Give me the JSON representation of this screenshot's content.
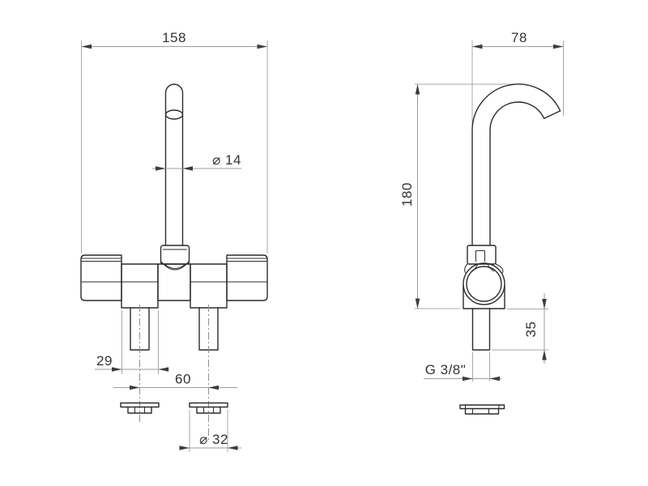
{
  "drawing": {
    "description": "Two-view technical drawing of a deck-mounted mixer tap with swan-neck spout",
    "background_color": "#ffffff",
    "object_line_color": "#2b2b2b",
    "dimension_line_color": "#9b9b9b",
    "text_color": "#333333",
    "front_view": {
      "name": "front-view",
      "dims": {
        "overall_width": "158",
        "spout_diameter": "⌀ 14",
        "valve_offset": "29",
        "inlet_spacing": "60",
        "flange_diameter": "⌀ 32"
      }
    },
    "side_view": {
      "name": "side-view",
      "dims": {
        "spout_reach": "78",
        "spout_height": "180",
        "shank_length": "35",
        "inlet_thread": "G 3/8\""
      }
    }
  }
}
